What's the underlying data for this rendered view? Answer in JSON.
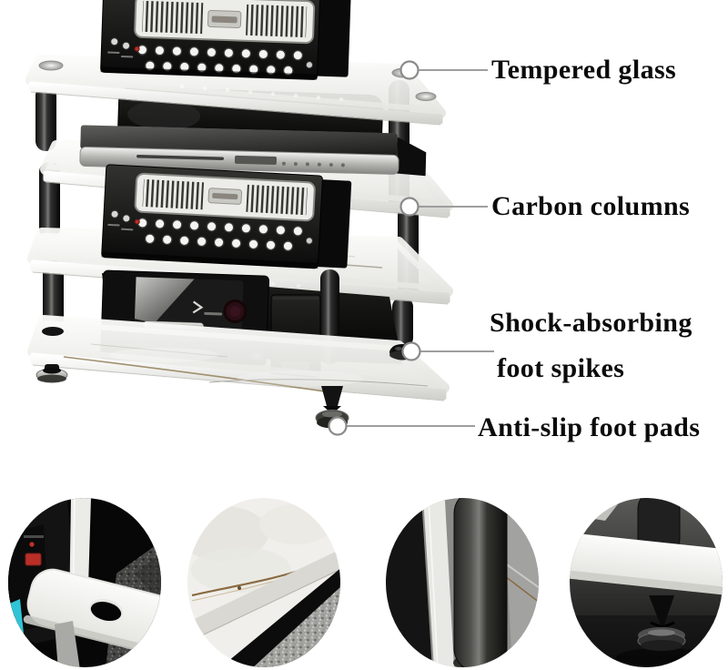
{
  "callouts": [
    {
      "id": "tempered-glass",
      "label": "Tempered glass"
    },
    {
      "id": "carbon-columns",
      "label": "Carbon columns"
    },
    {
      "id": "shock-absorbing-foot-spikes",
      "label_line1": "Shock-absorbing",
      "label_line2": "foot spikes"
    },
    {
      "id": "anti-slip-foot-pads",
      "label": "Anti-slip foot pads"
    }
  ],
  "details": [
    {
      "name": "shelf-corner-cable-hole-closeup"
    },
    {
      "name": "marble-vein-glass-closeup"
    },
    {
      "name": "carbon-column-closeup"
    },
    {
      "name": "anti-slip-foot-pad-closeup"
    }
  ],
  "colors": {
    "background": "#ffffff",
    "label_text": "#0b0b0b",
    "callout_line": "#9e9e9e",
    "callout_dot_fill": "#ffffff",
    "callout_dot_stroke": "#8a8a8a",
    "glass_shelf": "#efeeea",
    "carbon_column": "#2e2e2e",
    "equipment_black": "#111111",
    "power_button_red": "#b92f27",
    "accent_cyan": "#2fc4d6",
    "marble_vein_gold": "#8a6a42"
  }
}
